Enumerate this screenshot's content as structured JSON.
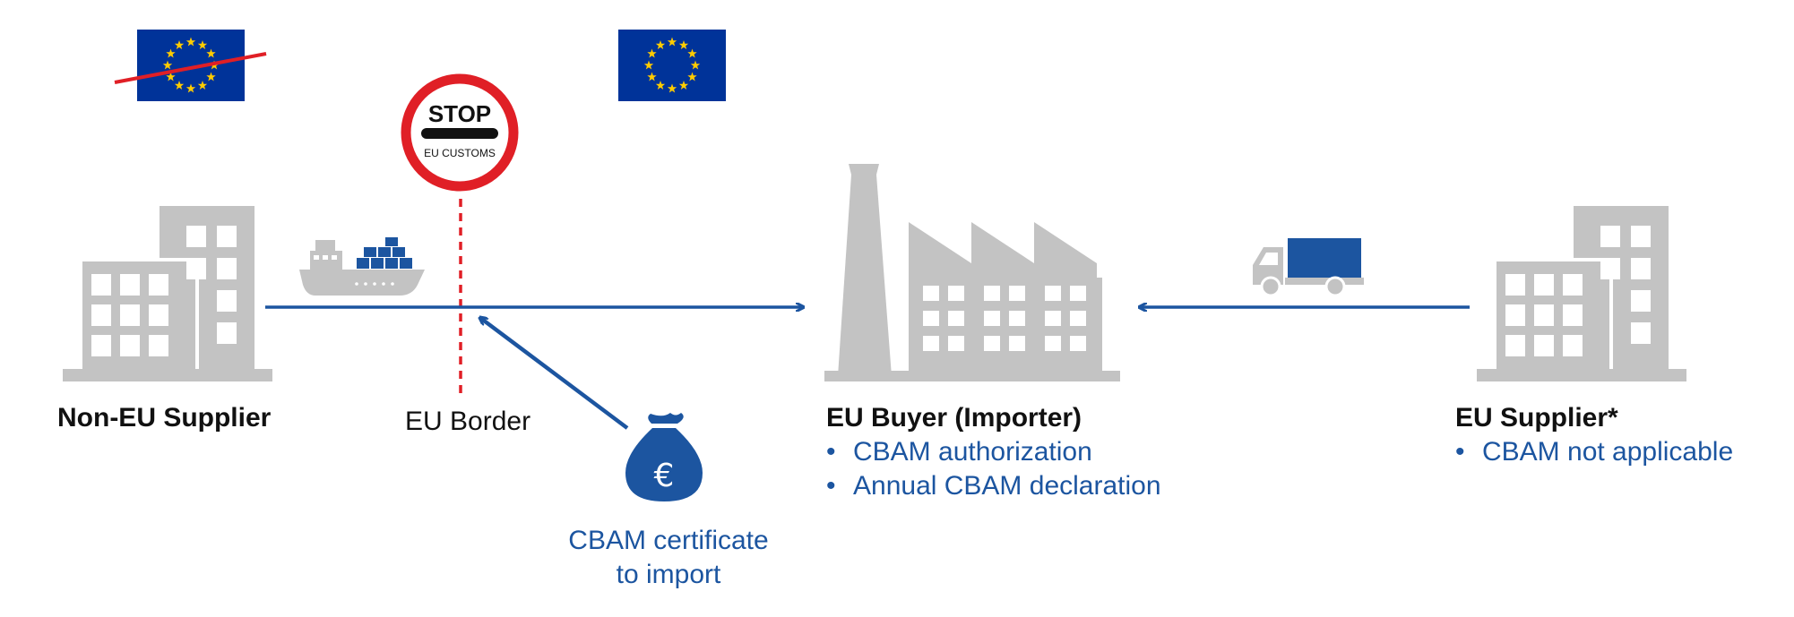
{
  "colors": {
    "accent": "#1c55a0",
    "building_gray": "#c3c3c3",
    "border_red": "#e01f26",
    "eu_flag_blue": "#003399",
    "eu_flag_star": "#ffcc00"
  },
  "icons": [
    "eu-flag-crossed-icon",
    "eu-flag-icon",
    "stop-sign-icon",
    "building-icon",
    "cargo-ship-icon",
    "factory-icon",
    "truck-icon",
    "money-bag-euro-icon"
  ],
  "stop_sign": {
    "word": "STOP",
    "subtitle": "EU CUSTOMS"
  },
  "money_bag": {
    "symbol": "€"
  },
  "non_eu_supplier": {
    "title": "Non-EU Supplier"
  },
  "eu_border": {
    "label": "EU Border"
  },
  "certificate": {
    "line1": "CBAM certificate",
    "line2": "to import"
  },
  "eu_buyer": {
    "title": "EU Buyer (Importer)",
    "bullets": [
      "CBAM authorization",
      "Annual CBAM declaration"
    ]
  },
  "eu_supplier": {
    "title": "EU Supplier*",
    "bullets": [
      "CBAM not applicable"
    ]
  }
}
